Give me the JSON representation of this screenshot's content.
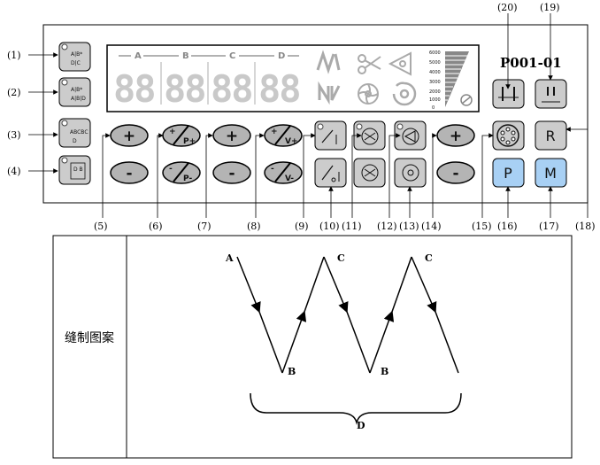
{
  "panel": {
    "model": "P001-01",
    "display_group_labels": [
      "A",
      "B",
      "C",
      "D"
    ],
    "segment_text": "88",
    "speed_scale_labels": [
      "6000",
      "5000",
      "4000",
      "3000",
      "2000",
      "1000",
      "0"
    ]
  },
  "callouts": [
    "(1)",
    "(2)",
    "(3)",
    "(4)",
    "(5)",
    "(6)",
    "(7)",
    "(8)",
    "(9)",
    "(10)",
    "(11)",
    "(12)",
    "(13)",
    "(14)",
    "(15)",
    "(16)",
    "(17)",
    "(18)",
    "(19)",
    "(20)"
  ],
  "pill_buttons": {
    "plus": "+",
    "minus": "-",
    "p_plus": "P+",
    "p_minus": "P-",
    "v_plus": "V+",
    "v_minus": "V-"
  },
  "right_buttons": {
    "r": "R",
    "p": "P",
    "m": "M"
  },
  "colors": {
    "blue_button": "#a8d0f4",
    "grey_button": "#c8c8c8",
    "pill": "#b4b4b4",
    "lcd_bg": "#ffffff"
  },
  "pattern": {
    "row_title": "缝制图案",
    "point_labels": {
      "a": "A",
      "b1": "B",
      "c1": "C",
      "b2": "B",
      "c2": "C",
      "d": "D"
    }
  }
}
